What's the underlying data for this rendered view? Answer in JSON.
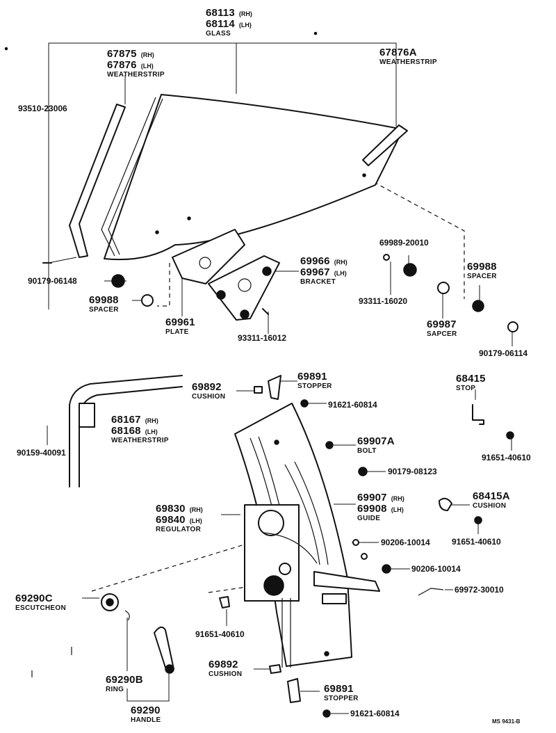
{
  "diagram": {
    "parts": {
      "glass": {
        "part_rh": "68113",
        "side_rh": "(RH)",
        "part_lh": "68114",
        "side_lh": "(LH)",
        "name": "GLASS"
      },
      "weatherstrip_front": {
        "part_rh": "67875",
        "side_rh": "(RH)",
        "part_lh": "67876",
        "side_lh": "(LH)",
        "name": "WEATHERSTRIP"
      },
      "weatherstrip_rear": {
        "part": "67876A",
        "name": "WEATHERSTRIP"
      },
      "screw_93510": {
        "part": "93510-23006"
      },
      "clip_90179_06148": {
        "part": "90179-06148"
      },
      "spacer_left": {
        "part": "69988",
        "name": "SPACER"
      },
      "plate": {
        "part": "69961",
        "name": "PLATE"
      },
      "bracket": {
        "part_rh": "69966",
        "side_rh": "(RH)",
        "part_lh": "69967",
        "side_lh": "(LH)",
        "name": "BRACKET"
      },
      "screw_93311_16012": {
        "part": "93311-16012"
      },
      "washer_69989": {
        "part": "69989-20010"
      },
      "screw_93311_16020": {
        "part": "93311-16020"
      },
      "sapcer": {
        "part": "69987",
        "name": "SAPCER"
      },
      "spacer_right": {
        "part": "69988",
        "name": "SPACER"
      },
      "clip_90179_06114": {
        "part": "90179-06114"
      },
      "cushion_top": {
        "part": "69892",
        "name": "CUSHION"
      },
      "stopper_top": {
        "part": "69891",
        "name": "STOPPER"
      },
      "bolt_91621_top": {
        "part": "91621-60814"
      },
      "stop": {
        "part": "68415",
        "name": "STOP"
      },
      "bolt_91651_stop": {
        "part": "91651-40610"
      },
      "weatherstrip_vent": {
        "part_rh": "68167",
        "side_rh": "(RH)",
        "part_lh": "68168",
        "side_lh": "(LH)",
        "name": "WEATHERSTRIP"
      },
      "screw_90159": {
        "part": "90159-40091"
      },
      "bolt_69907a": {
        "part": "69907A",
        "name": "BOLT"
      },
      "nut_90179_08123": {
        "part": "90179-08123"
      },
      "guide": {
        "part_rh": "69907",
        "side_rh": "(RH)",
        "part_lh": "69908",
        "side_lh": "(LH)",
        "name": "GUIDE"
      },
      "cushion_68415a": {
        "part": "68415A",
        "name": "CUSHION"
      },
      "bolt_91651_cushion": {
        "part": "91651-40610"
      },
      "regulator": {
        "part_rh": "69830",
        "side_rh": "(RH)",
        "part_lh": "69840",
        "side_lh": "(LH)",
        "name": "REGULATOR"
      },
      "nut_90206_a": {
        "part": "90206-10014"
      },
      "nut_90206_b": {
        "part": "90206-10014"
      },
      "escutcheon": {
        "part": "69290C",
        "name": "ESCUTCHEON"
      },
      "pin_69972": {
        "part": "69972-30010"
      },
      "bolt_91651_regulator": {
        "part": "91651-40610"
      },
      "ring": {
        "part": "69290B",
        "name": "RING"
      },
      "handle": {
        "part": "69290",
        "name": "HANDLE"
      },
      "cushion_bottom": {
        "part": "69892",
        "name": "CUSHION"
      },
      "stopper_bottom": {
        "part": "69891",
        "name": "STOPPER"
      },
      "bolt_91621_bottom": {
        "part": "91621-60814"
      }
    },
    "footer_code": "MS 9431-B"
  }
}
